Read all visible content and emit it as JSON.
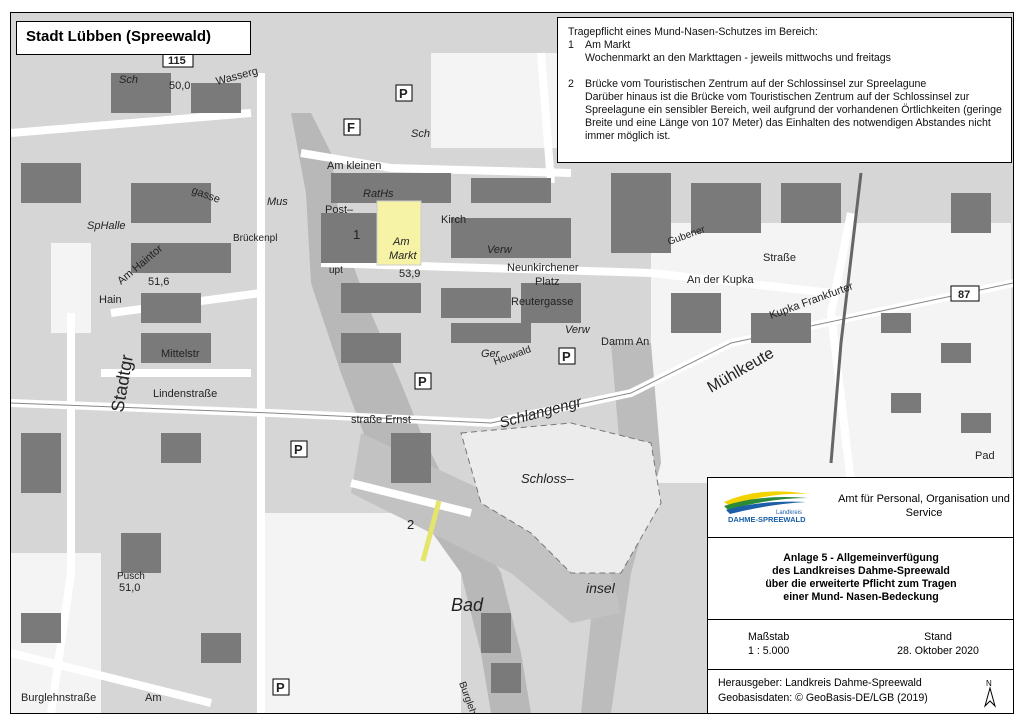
{
  "title": "Stadt Lübben (Spreewald)",
  "info": {
    "heading": "Tragepflicht eines Mund-Nasen-Schutzes im Bereich:",
    "items": [
      {
        "num": "1",
        "name": "Am Markt",
        "detail": "Wochenmarkt an den Markttagen - jeweils mittwochs und freitags"
      },
      {
        "num": "2",
        "name": "Brücke vom Touristischen Zentrum auf der Schlossinsel zur Spreelagune",
        "detail": "Darüber hinaus ist die Brücke vom Touristischen Zentrum auf der Schlossinsel zur Spreelagune ein sensibler Bereich, weil aufgrund der vorhandenen Örtlichkeiten (geringe Breite und eine Länge von 107 Meter) das Einhalten des notwendigen Abstandes nicht immer möglich ist."
      }
    ]
  },
  "legend": {
    "logo_text_small": "Landkreis",
    "logo_text": "DAHME-SPREEWALD",
    "amt": "Amt für Personal, Organisation und Service",
    "anlage": [
      "Anlage 5 - Allgemeinverfügung",
      "des Landkreises Dahme-Spreewald",
      "über die erweiterte Pflicht zum Tragen",
      "einer Mund- Nasen-Bedeckung"
    ],
    "massstab_label": "Maßstab",
    "massstab_value": "1 : 5.000",
    "stand_label": "Stand",
    "stand_value": "28. Oktober 2020",
    "herausgeber": "Herausgeber: Landkreis Dahme-Spreewald",
    "geobasis": "Geobasisdaten: © GeoBasis-DE/LGB (2019)",
    "north": "N"
  },
  "map": {
    "markers": {
      "area1": "1",
      "area2": "2"
    },
    "parking": "P",
    "fuel": "F",
    "road_badges": {
      "b115": "115",
      "b87": "87"
    },
    "elevations": {
      "e1": "50,0",
      "e2": "53,9",
      "e3": "51,6",
      "e4": "51,0"
    },
    "labels": [
      {
        "id": "am-markt-1",
        "text": "Am"
      },
      {
        "id": "am-markt-2",
        "text": "Markt"
      },
      {
        "id": "raths",
        "text": "RatHs"
      },
      {
        "id": "verw1",
        "text": "Verw"
      },
      {
        "id": "verw2",
        "text": "Verw"
      },
      {
        "id": "schlossinsel1",
        "text": "Schloss–"
      },
      {
        "id": "schlossinsel2",
        "text": "insel"
      },
      {
        "id": "bad",
        "text": "Bad"
      },
      {
        "id": "muhlkeute",
        "text": "Mühlkeute"
      },
      {
        "id": "schlangengr",
        "text": "Schlangengr"
      },
      {
        "id": "stadtgr",
        "text": "Stadtgr"
      },
      {
        "id": "sphalle",
        "text": "SpHalle"
      },
      {
        "id": "mus",
        "text": "Mus"
      },
      {
        "id": "sch1",
        "text": "Sch"
      },
      {
        "id": "sch2",
        "text": "Sch"
      },
      {
        "id": "ger",
        "text": "Ger"
      },
      {
        "id": "amkleinen",
        "text": "Am         kleinen"
      },
      {
        "id": "amhaintor",
        "text": "Am Haintor"
      },
      {
        "id": "gasse",
        "text": "gasse"
      },
      {
        "id": "hainstr",
        "text": "Hain"
      },
      {
        "id": "lindenstr",
        "text": "Lindenstraße"
      },
      {
        "id": "mittelstr",
        "text": "Mittelstr"
      },
      {
        "id": "ernst",
        "text": "straße   Ernst"
      },
      {
        "id": "neunkirchener",
        "text": "Neunkirchener"
      },
      {
        "id": "platz",
        "text": "Platz"
      },
      {
        "id": "reutergasse",
        "text": "Reutergasse"
      },
      {
        "id": "damm",
        "text": "Damm   An"
      },
      {
        "id": "kupka",
        "text": "An der Kupka"
      },
      {
        "id": "frankfurter",
        "text": "Kupka Frankfurter"
      },
      {
        "id": "wasserg",
        "text": "Wasserg"
      },
      {
        "id": "poststr",
        "text": "Post–"
      },
      {
        "id": "kirchg",
        "text": "Kirch"
      },
      {
        "id": "bruckenpl",
        "text": "Brückenpl"
      },
      {
        "id": "hauptstr",
        "text": "upt"
      },
      {
        "id": "puschkin",
        "text": "Pusch"
      },
      {
        "id": "burglehnstr",
        "text": "Burglehnstraße"
      },
      {
        "id": "amam",
        "text": "Am"
      },
      {
        "id": "burglehn",
        "text": "Burglehn"
      },
      {
        "id": "pad",
        "text": "Pad"
      },
      {
        "id": "houwald",
        "text": "Houwald"
      },
      {
        "id": "gubener",
        "text": "Gubener"
      },
      {
        "id": "strasse",
        "text": "Straße"
      }
    ]
  }
}
